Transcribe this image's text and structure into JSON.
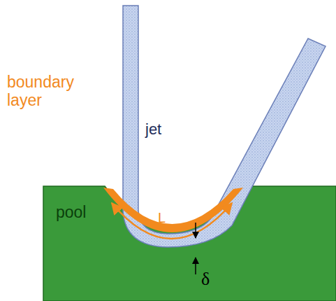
{
  "diagram": {
    "labels": [
      "jet",
      "boundary layer",
      "pool",
      "L",
      "δ"
    ]
  }
}
